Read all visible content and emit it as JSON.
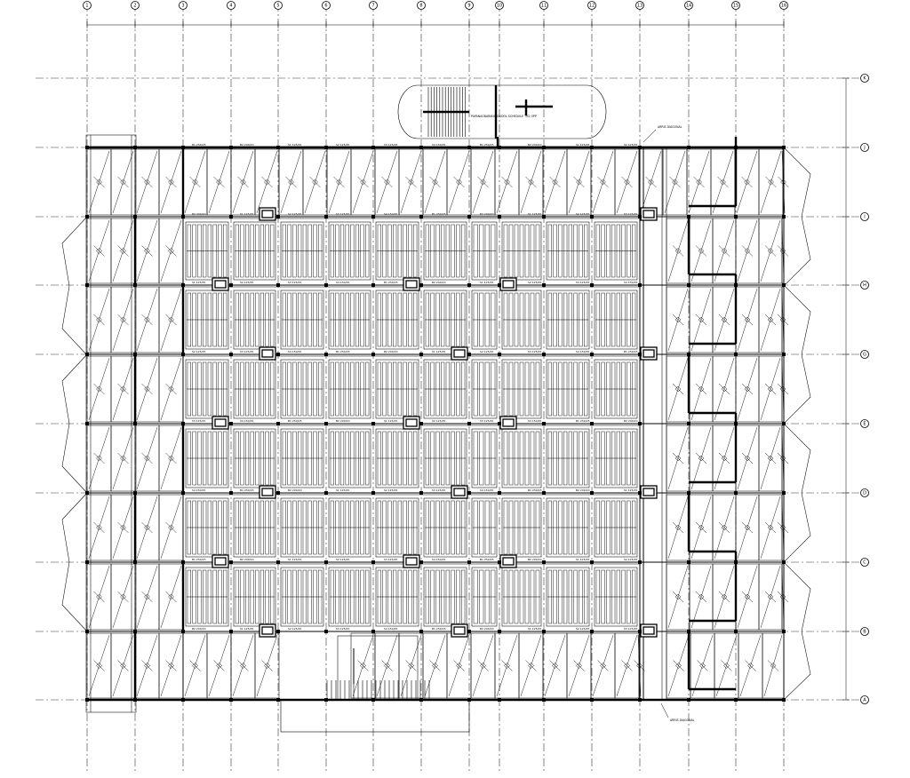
{
  "drawing": {
    "type": "structural slab framing plan",
    "vertical_grid_labels": [
      "1",
      "2",
      "3",
      "4",
      "5",
      "6",
      "7",
      "8",
      "9",
      "10",
      "11",
      "12",
      "13",
      "14",
      "15",
      "16"
    ],
    "horizontal_grid_labels": [
      "K",
      "J",
      "I",
      "H",
      "G",
      "E",
      "D",
      "C",
      "B",
      "A"
    ],
    "notes": {
      "top_stair": "PAPANAGBARANG DUDOL SCHEDULE TH2 OPP",
      "top_right": "ARRIS DIAGONAL",
      "bottom_right": "ARRIS DIAGONAL"
    },
    "panel_tags": [
      "S1 125/25",
      "S2 125/25",
      "S3 125/25",
      "S4 150/25",
      "B1 250/25",
      "B2 200/20"
    ],
    "colors": {
      "line": "#000000",
      "background": "#ffffff"
    }
  }
}
